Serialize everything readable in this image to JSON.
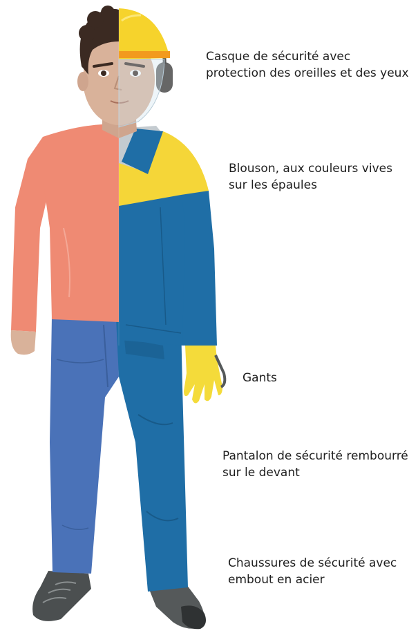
{
  "labels": {
    "helmet": {
      "line1": "Casque de sécurité avec",
      "line2": "protection des oreilles et des yeux"
    },
    "jacket": {
      "line1": "Blouson, aux couleurs vives",
      "line2": "sur les épaules"
    },
    "gloves": {
      "line1": "Gants"
    },
    "pants": {
      "line1": "Pantalon de sécurité rembourré",
      "line2": "sur le devant"
    },
    "shoes": {
      "line1": "Chaussures de sécurité avec",
      "line2": "embout en acier"
    }
  },
  "colors": {
    "skin": "#d9b29a",
    "hair": "#3b2a22",
    "shirt": "#ef8a73",
    "jeans": "#4a72b8",
    "workwear": "#1f6ea6",
    "hivis": "#f5d638",
    "helmet": "#f6d32c",
    "helmet_stripe": "#f29a1e",
    "earmuff": "#666666",
    "glove": "#f4db3a",
    "shoe": "#55595a",
    "label_text": "#1f1f1f"
  }
}
